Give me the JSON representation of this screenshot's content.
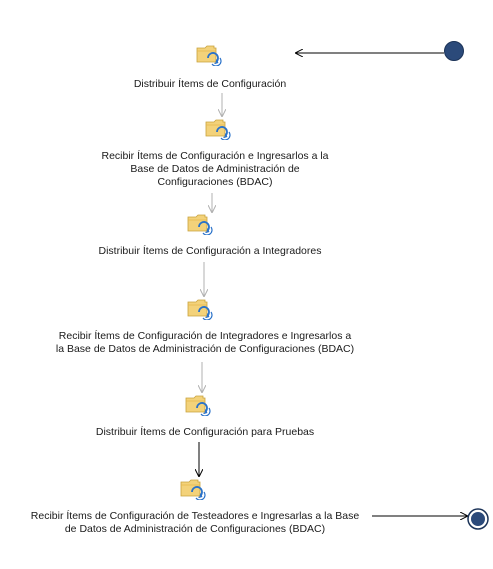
{
  "diagram": {
    "activities": [
      {
        "id": "a1",
        "lines": [
          "Distribuir Ítems de Configuración"
        ],
        "icon": "task-folder-refresh-icon"
      },
      {
        "id": "a2",
        "lines": [
          "Recibir Ítems de Configuración e Ingresarlos a la",
          "Base de Datos de Administración de",
          "Configuraciones (BDAC)"
        ],
        "icon": "task-folder-refresh-icon"
      },
      {
        "id": "a3",
        "lines": [
          "Distribuir Ítems de Configuración a Integradores"
        ],
        "icon": "task-folder-refresh-icon"
      },
      {
        "id": "a4",
        "lines": [
          "Recibir Ítems de Configuración de Integradores e Ingresarlos a",
          "la Base de Datos de Administración de Configuraciones (BDAC)"
        ],
        "icon": "task-folder-refresh-icon"
      },
      {
        "id": "a5",
        "lines": [
          "Distribuir Ítems de Configuración para Pruebas"
        ],
        "icon": "task-folder-refresh-icon"
      },
      {
        "id": "a6",
        "lines": [
          "Recibir Ítems de Configuración de Testeadores e Ingresarlas a la Base",
          "de Datos de  Administración de Configuraciones (BDAC)"
        ],
        "icon": "task-folder-refresh-icon"
      }
    ],
    "colors": {
      "start_node": "#2b4a7a",
      "end_node": "#2b4a7a",
      "light_arrow": "#b0b0b0",
      "dark_arrow": "#000000",
      "folder_fill": "#f3d27a",
      "folder_stroke": "#c9a23c",
      "refresh_arrow": "#2a72c9"
    }
  }
}
